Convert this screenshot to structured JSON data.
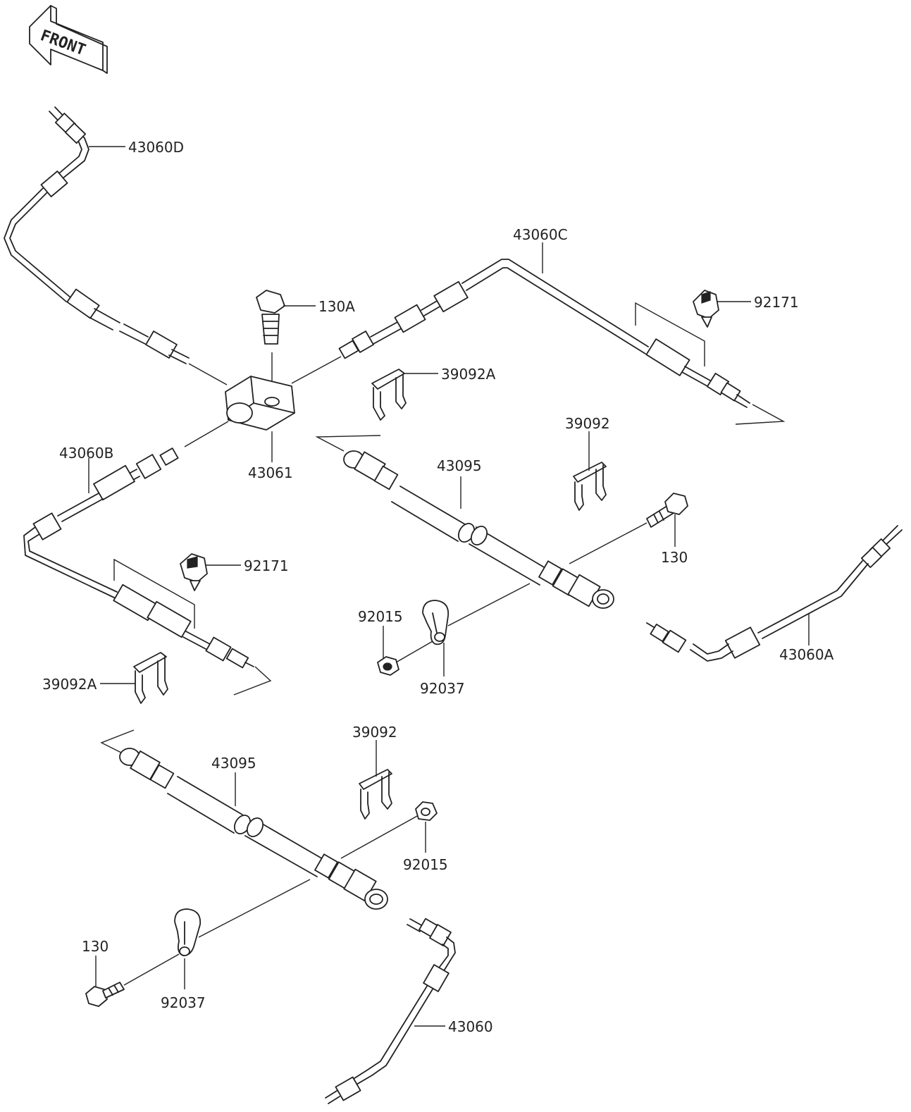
{
  "front_arrow": {
    "label": "FRONT",
    "icon": "front-direction-arrow-icon"
  },
  "labels": {
    "l43060D": "43060D",
    "l130A": "130A",
    "l43060C": "43060C",
    "l92171_top": "92171",
    "l39092A_top": "39092A",
    "l39092_top": "39092",
    "l43060B": "43060B",
    "l43061": "43061",
    "l43095_top": "43095",
    "l130_right": "130",
    "l92171_mid": "92171",
    "l92015_left": "92015",
    "l92037_mid": "92037",
    "l43060A": "43060A",
    "l39092A_low": "39092A",
    "l39092_low": "39092",
    "l43095_low": "43095",
    "l92015_low": "92015",
    "l130_low": "130",
    "l92037_low": "92037",
    "l43060": "43060"
  }
}
